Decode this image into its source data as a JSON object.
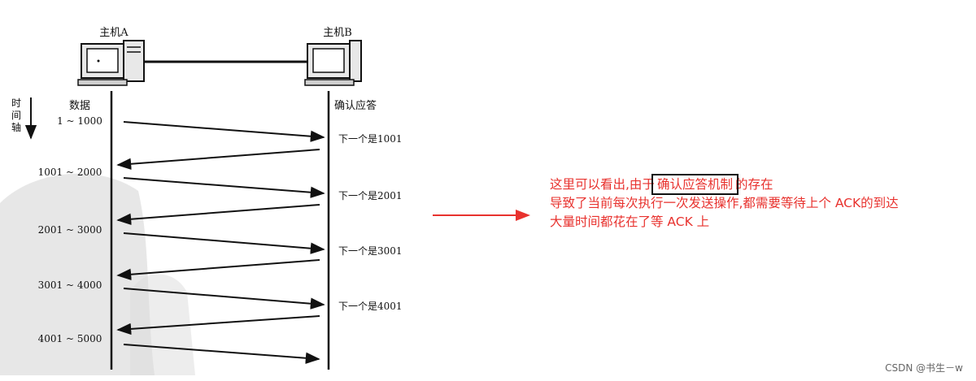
{
  "diagram": {
    "host_a_label": "主机A",
    "host_b_label": "主机B",
    "time_axis_label": [
      "时",
      "间",
      "轴"
    ],
    "data_header": "数据",
    "ack_header": "确认应答",
    "data_segments": [
      "1 ~ 1000",
      "1001 ~ 2000",
      "2001 ~ 3000",
      "3001 ~ 4000",
      "4001 ~ 5000"
    ],
    "ack_labels": [
      "下一个是1001",
      "下一个是2001",
      "下一个是3001",
      "下一个是4001"
    ]
  },
  "annotation": {
    "line1_prefix": "这里可以看出,由于",
    "line1_highlight": "确认应答机制",
    "line1_suffix": "的存在",
    "line2": "导致了当前每次执行一次发送操作,都需要等待上个 ACK的到达",
    "line3": "大量时间都花在了等 ACK 上"
  },
  "watermark": "CSDN @书生－w",
  "colors": {
    "annotation_text": "#e8322e",
    "arrow": "#e8322e",
    "diagram_ink": "#111111"
  }
}
